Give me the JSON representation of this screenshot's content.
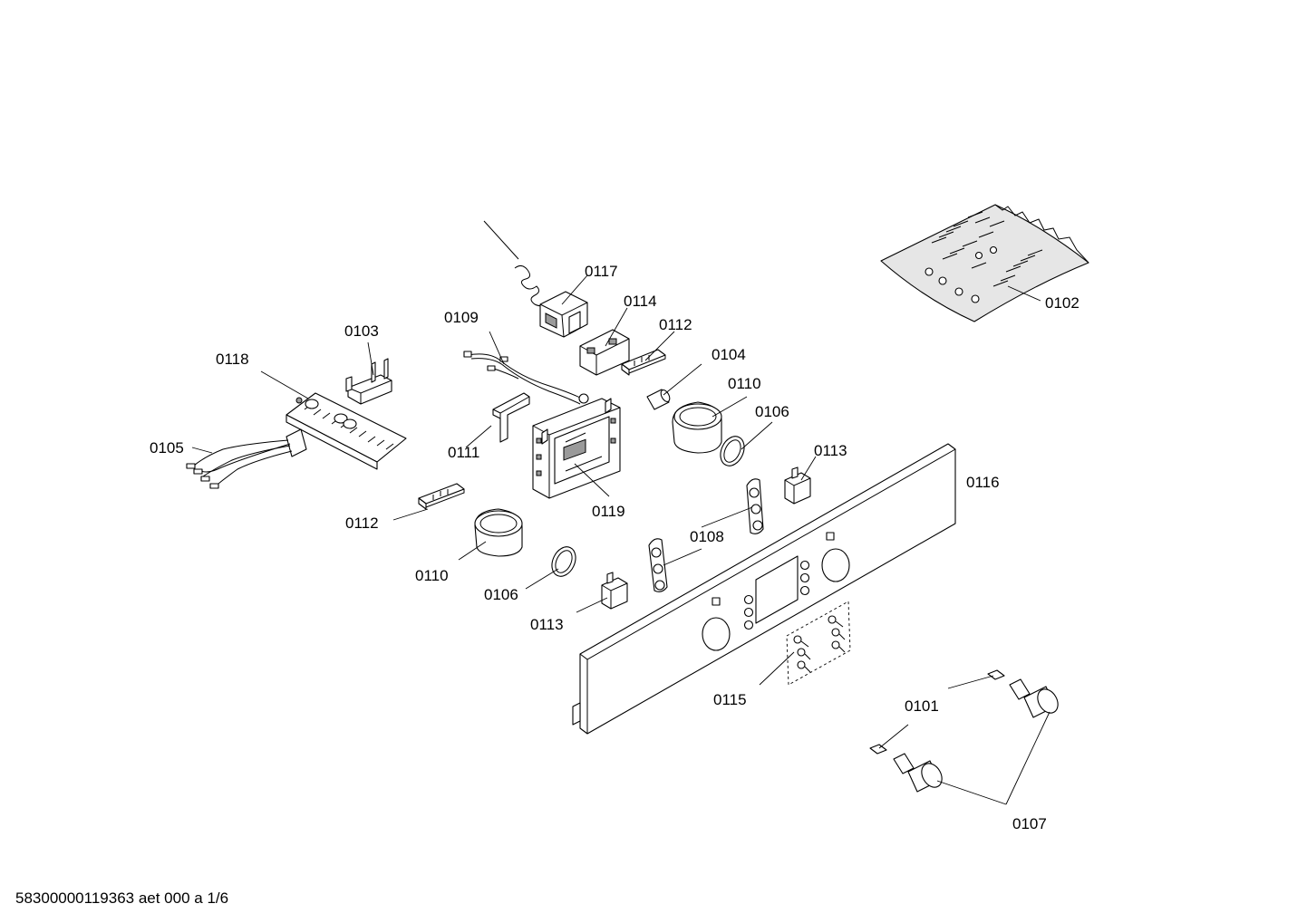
{
  "footer": {
    "document_id": "58300000119363 aet 000 a 1/6"
  },
  "parts": {
    "p0101": "0101",
    "p0102": "0102",
    "p0103": "0103",
    "p0104": "0104",
    "p0105": "0105",
    "p0106": "0106",
    "p0107": "0107",
    "p0108": "0108",
    "p0109": "0109",
    "p0110": "0110",
    "p0111": "0111",
    "p0112": "0112",
    "p0113": "0113",
    "p0114": "0114",
    "p0115": "0115",
    "p0116": "0116",
    "p0117": "0117",
    "p0118": "0118",
    "p0119": "0119"
  }
}
